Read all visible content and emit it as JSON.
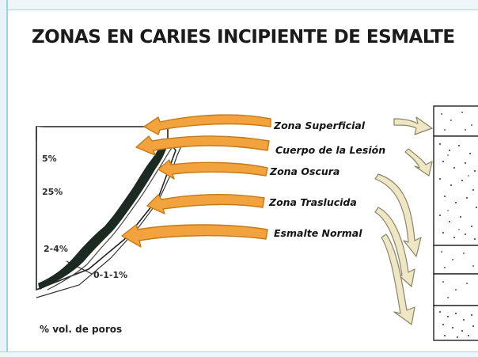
{
  "title": "ZONAS EN CARIES INCIPIENTE DE ESMALTE",
  "porosity_labels": {
    "p5": "5%",
    "p25": "25%",
    "p24": "2-4%",
    "p01": "0-1-1%"
  },
  "zones": [
    "Zona Superficial",
    "Cuerpo de la Lesión",
    "Zona Oscura",
    "Zona Traslucida",
    "Esmalte Normal"
  ],
  "footer": "% vol. de poros",
  "colors": {
    "arrow_fill": "#f3a33e",
    "arrow_edge": "#c47a1c",
    "pale_arrow_fill": "#efe6c6",
    "dark_band": "#1c2a22",
    "frame": "#9fd0e6"
  }
}
